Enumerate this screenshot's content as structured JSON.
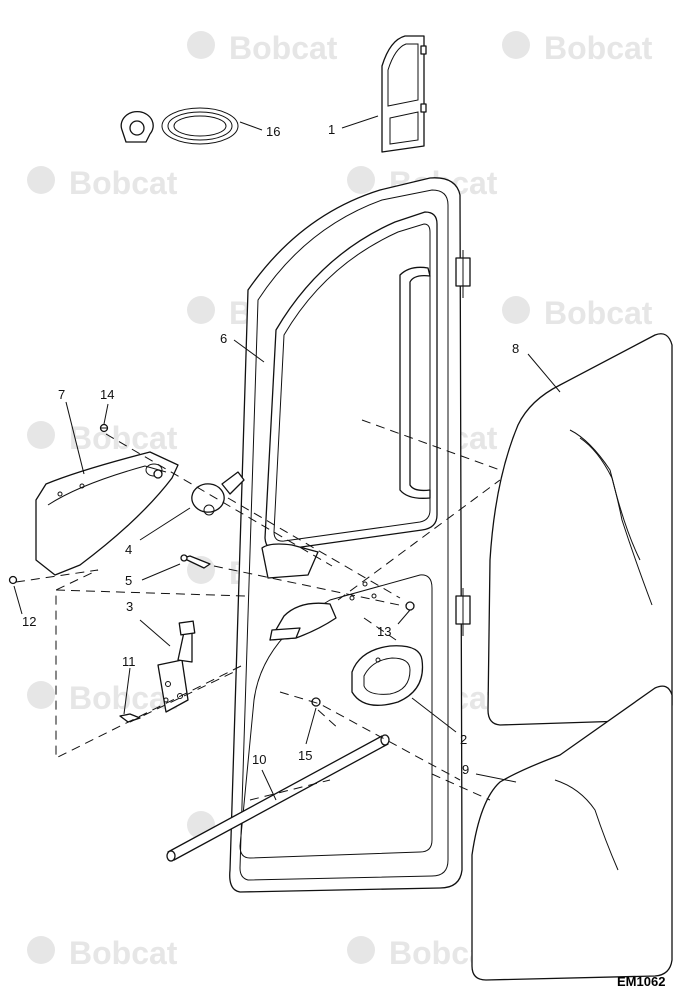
{
  "watermark": {
    "text": "Bobcat"
  },
  "diagram_code": "EM1062",
  "callouts": [
    "1",
    "2",
    "3",
    "4",
    "5",
    "6",
    "7",
    "8",
    "9",
    "10",
    "11",
    "12",
    "13",
    "14",
    "15",
    "16"
  ],
  "colors": {
    "line": "#111111",
    "watermark": "#e6e6e6",
    "background": "#ffffff"
  }
}
